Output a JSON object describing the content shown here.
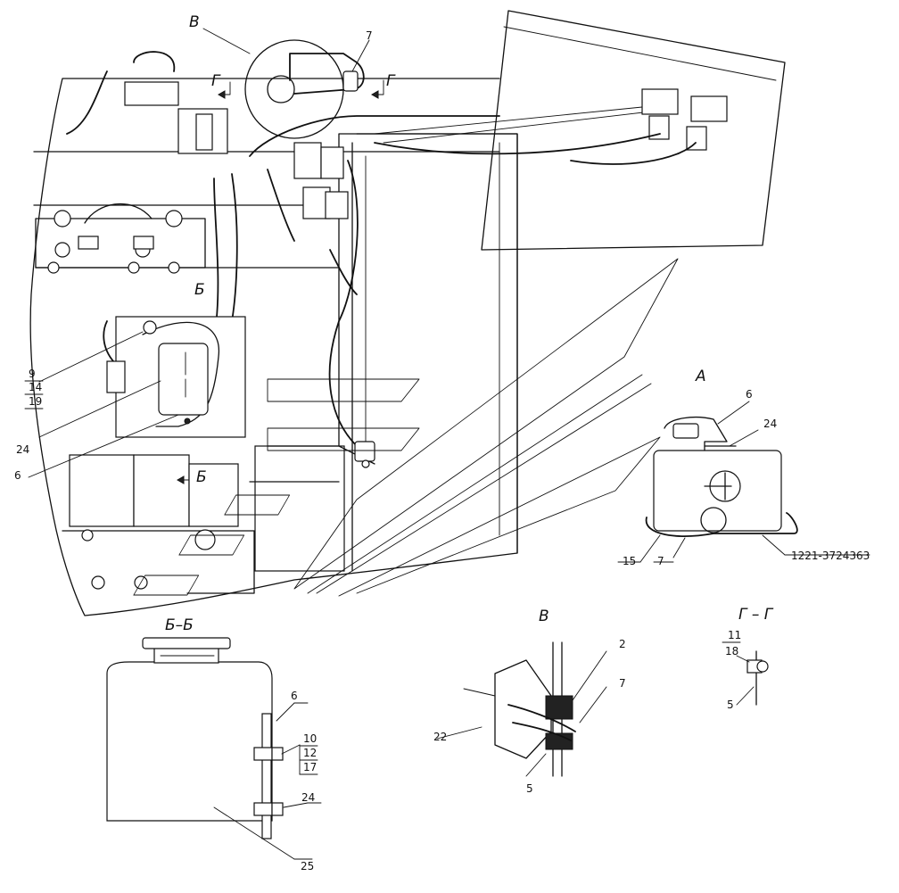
{
  "views": {
    "v_top": "В",
    "g_left": "Г",
    "g_right": "Г",
    "b_arrow": "Б",
    "b_arrow2": "Б",
    "a_view": "А",
    "bb_section": "Б–Б",
    "v_detail": "В",
    "gg_section": "Г – Г"
  },
  "callouts": {
    "c7_top": "7",
    "c9": "9",
    "c14": "14",
    "c19": "19",
    "c24_main": "24",
    "c6_main": "6",
    "a6": "6",
    "a24": "24",
    "a15": "15",
    "a7": "7",
    "a_part": "1221-3724363",
    "bb6": "6",
    "bb10": "10",
    "bb12": "12",
    "bb17": "17",
    "bb24": "24",
    "bb25": "25",
    "v2": "2",
    "v7": "7",
    "v22": "22",
    "v5": "5",
    "g11": "11",
    "g18": "18",
    "g5": "5"
  }
}
